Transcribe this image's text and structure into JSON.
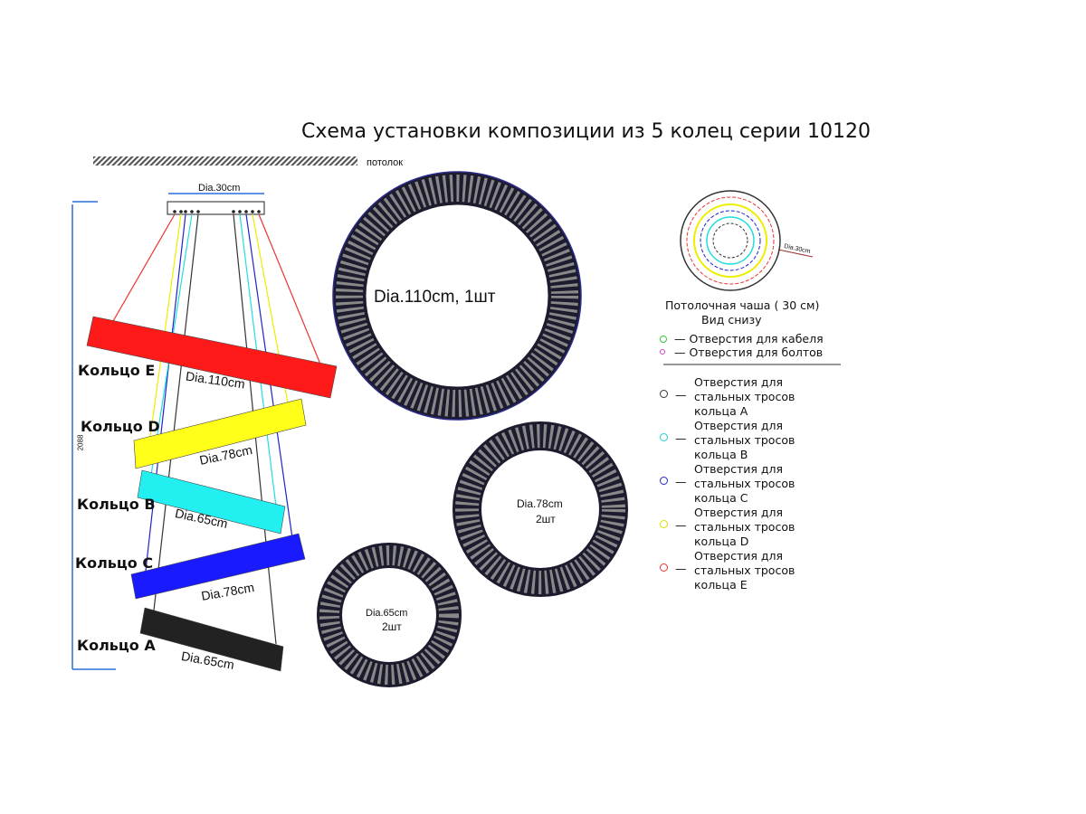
{
  "title": "Схема установки композиции из 5 колец серии 10120",
  "ceiling_label": "потолок",
  "plate_dia": "Dia.30cm",
  "height_dim": "2088",
  "rings": [
    {
      "name": "Кольцо E",
      "dia": "Dia.110cm",
      "color": "#ff1a1a"
    },
    {
      "name": "Кольцо D",
      "dia": "Dia.78cm",
      "color": "#ffff1a"
    },
    {
      "name": "Кольцо B",
      "dia": "Dia.65cm",
      "color": "#22f0f0"
    },
    {
      "name": "Кольцо C",
      "dia": "Dia.78cm",
      "color": "#1a1aff"
    },
    {
      "name": "Кольцо A",
      "dia": "Dia.65cm",
      "color": "#222222"
    }
  ],
  "big_rings": [
    {
      "label": "Dia.110cm, 1шт"
    },
    {
      "label": "Dia.78cm",
      "qty": "2шт"
    },
    {
      "label": "Dia.65cm",
      "qty": "2шт"
    }
  ],
  "bowl": {
    "dia": "Dia.30cm",
    "caption1": "Потолочная чаша ( 30 см)",
    "caption2": "Вид снизу"
  },
  "legend_top": [
    {
      "text": "—  Отверстия для кабеля",
      "color": "#33cc33"
    },
    {
      "text": "—  Отверстия для болтов",
      "color": "#cc44cc"
    }
  ],
  "legend": [
    {
      "lines": [
        "Отверстия для",
        "стальных тросов",
        "кольца A"
      ],
      "color": "#333333"
    },
    {
      "lines": [
        "Отверстия для",
        "стальных тросов",
        "кольца B"
      ],
      "color": "#22cccc"
    },
    {
      "lines": [
        "Отверстия для",
        "стальных тросов",
        "кольца C"
      ],
      "color": "#2222cc"
    },
    {
      "lines": [
        "Отверстия для",
        "стальных тросов",
        "кольца D"
      ],
      "color": "#dddd00"
    },
    {
      "lines": [
        "Отверстия для",
        "стальных тросов",
        "кольца E"
      ],
      "color": "#ee3333"
    }
  ]
}
